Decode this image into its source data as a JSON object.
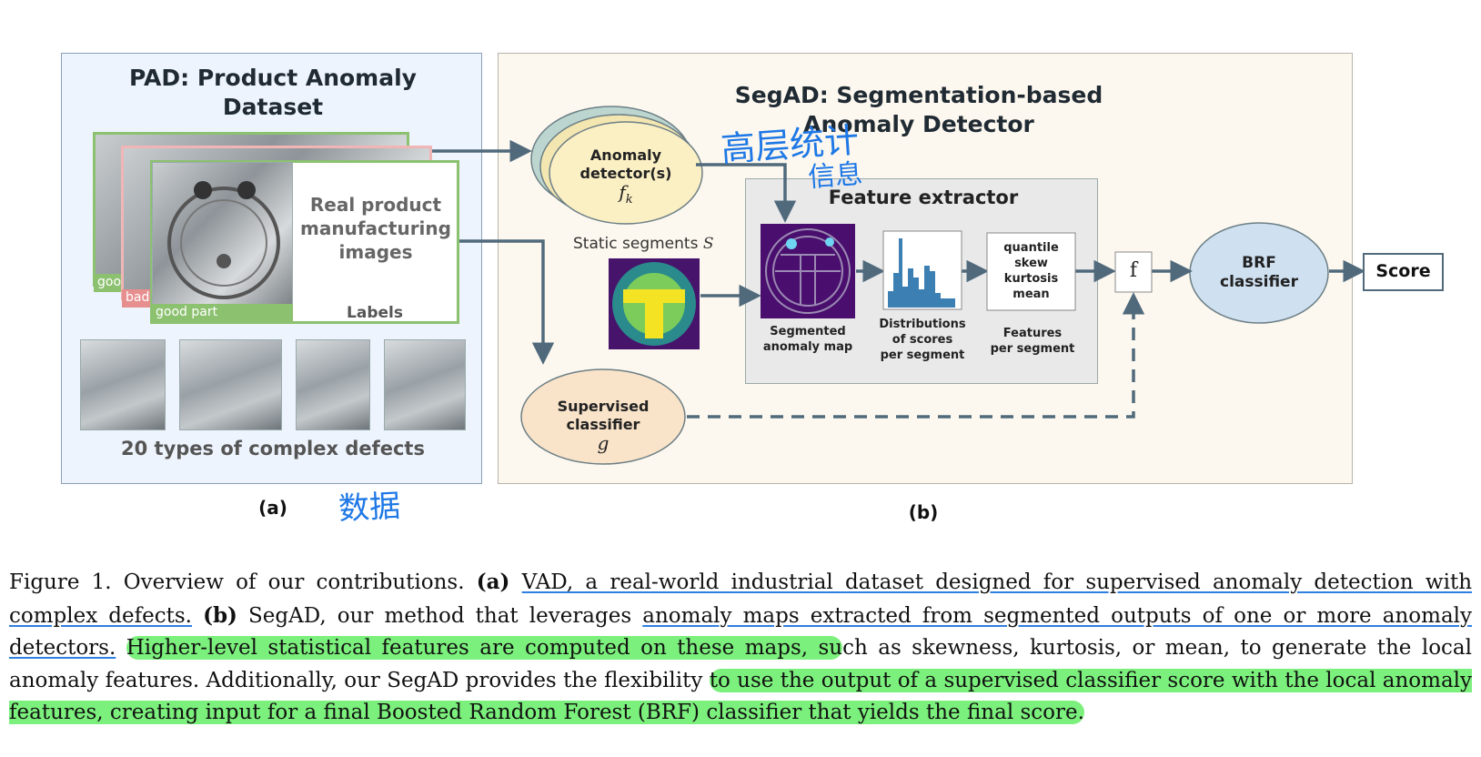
{
  "panel_a": {
    "title": "PAD: Product Anomaly Dataset",
    "real_images": "Real product manufacturing images",
    "labels_caption": "Labels",
    "label_good": "good part",
    "label_good_short": "goo",
    "label_bad_short": "bad",
    "defects_caption": "20 types of complex defects",
    "sub_label": "(a)"
  },
  "panel_b": {
    "title_line1": "SegAD: Segmentation-based",
    "title_line2": "Anomaly Detector",
    "anomaly_detector_line1": "Anomaly",
    "anomaly_detector_line2": "detector(s)",
    "anomaly_detector_symbol": "f",
    "anomaly_detector_symbol_sub": "k",
    "static_segments": "Static segments",
    "static_segments_symbol": "S",
    "feature_extractor": "Feature extractor",
    "segmented_map_line1": "Segmented",
    "segmented_map_line2": "anomaly map",
    "distributions_line1": "Distributions",
    "distributions_line2": "of scores",
    "distributions_line3": "per segment",
    "features_list": [
      "quantile",
      "skew",
      "kurtosis",
      "mean"
    ],
    "features_line1": "Features",
    "features_line2": "per segment",
    "f_box": "f",
    "supervised_line1": "Supervised",
    "supervised_line2": "classifier",
    "supervised_symbol": "g",
    "brf_line1": "BRF",
    "brf_line2": "classifier",
    "score": "Score",
    "sub_label": "(b)"
  },
  "handwriting": {
    "note1_line1": "高层统计",
    "note1_line2": "信息",
    "note2": "数据"
  },
  "caption": {
    "fig": "Figure 1. Overview of our contributions.",
    "a_tag": "(a)",
    "a_text_ul": "VAD, a real-world industrial dataset designed for supervised anomaly detection with complex defects.",
    "b_tag": "(b)",
    "b_text_pre": "SegAD, our method that leverages",
    "b_text_ul": "anomaly maps extracted from segmented outputs of one or more anomaly detectors.",
    "hl1": "Higher-level statistical features are computed on these maps, su",
    "s2_rest": "ch as skewness, kurtosis, or mean, to generate the local anomaly features.",
    "s3_pre": "Additionally, our SegAD provides the flexibility",
    "hl2": "to use the output of a supervised classifier score with the local anomaly features, creating input for a final Boosted Random Forest (BRF) classifier that yields the final score."
  },
  "colors": {
    "arrow": "#506a7c",
    "highlight": "#7cf07c",
    "handwriting": "#1e78e6",
    "good_label": "#8cc170",
    "bad_label": "#e78f8f"
  }
}
